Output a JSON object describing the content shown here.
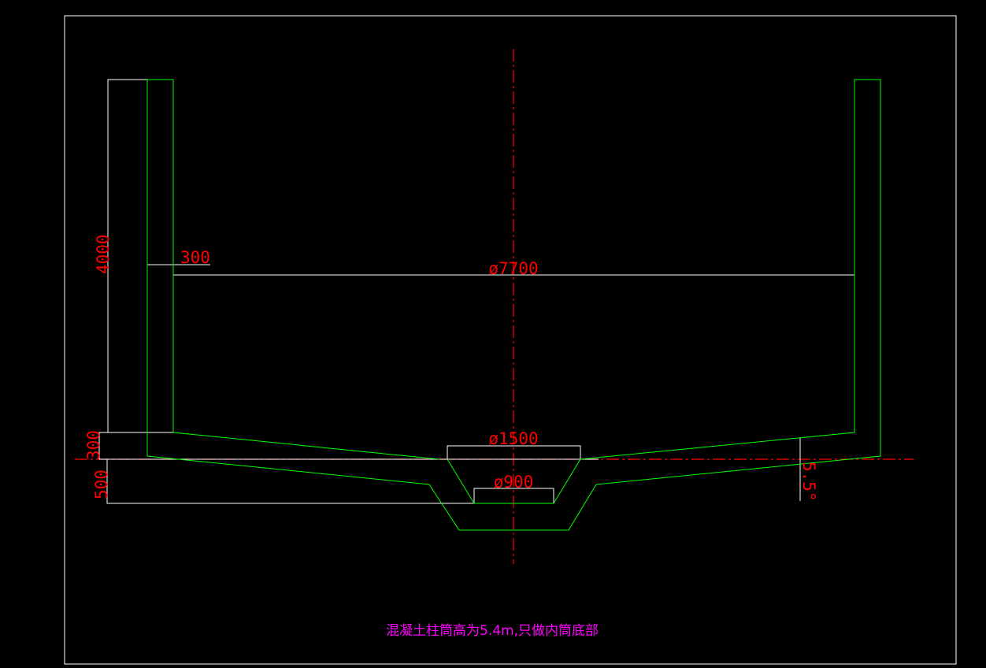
{
  "dimensions": {
    "wall_height": "4000",
    "wall_thickness": "300",
    "inner_diameter": "ø7700",
    "base_thickness": "300",
    "footing_depth": "500",
    "sump_top_diameter": "ø1500",
    "sump_bottom_diameter": "ø900",
    "slope_angle": "5.5°"
  },
  "caption": "混凝土柱筒高为5.4m,只做内筒底部",
  "colors": {
    "outline": "#ffffff",
    "concrete": "#00ff00",
    "dimension": "#ff0000",
    "note": "#ff00ff"
  }
}
